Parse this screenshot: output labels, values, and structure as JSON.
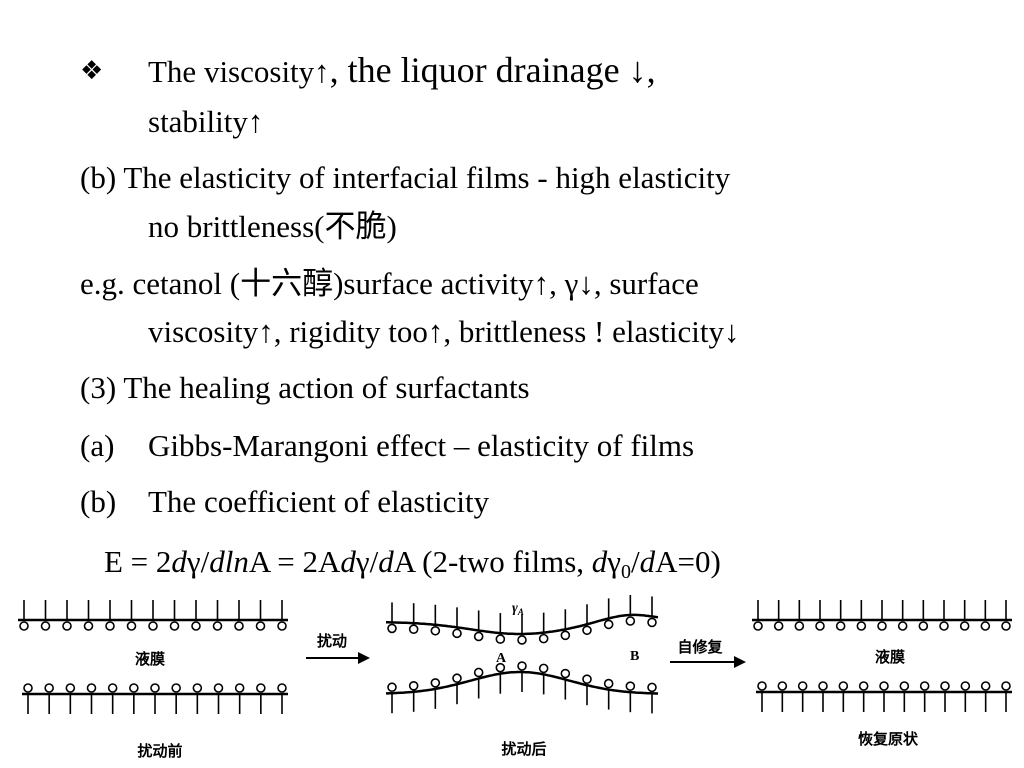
{
  "body": {
    "bullet_glyph": "❖",
    "l1_a": "The viscosity",
    "l1_b": ", the liquor drainage ",
    "l1_c": ",",
    "l2_a": "stability",
    "arrow_up": "↑",
    "arrow_down": "↓",
    "l3": "(b) The elasticity of interfacial films - high elasticity",
    "l4": "no brittleness(不脆)",
    "l5_a": "e.g. cetanol (十六醇)surface activity",
    "l5_b": ", γ",
    "l5_c": ", surface",
    "l6_a": "viscosity",
    "l6_b": ", rigidity too",
    "l6_c": ", brittleness ! elasticity",
    "l7": "(3) The healing action of surfactants",
    "l8_num": "(a)",
    "l8_text": "Gibbs-Marangoni effect – elasticity of films",
    "l9_num": "(b)",
    "l9_text": "The coefficient of elasticity"
  },
  "formula": {
    "e": "E = 2",
    "d1": "d",
    "g1": "γ/",
    "dln": "dln",
    "a1": "A = 2A",
    "d2": "d",
    "g2": "γ/",
    "d3": "d",
    "a2": "A  (2-two films, ",
    "d4": "d",
    "g0": "γ",
    "sub0": "0",
    "slash": "/",
    "d5": "d",
    "end": "A=0)"
  },
  "figure": {
    "label_liquid_film_1": "液膜",
    "label_before": "扰动前",
    "arrow_disturb": "扰动",
    "label_gamma": "γ",
    "label_gamma_sub": "A",
    "label_a": "A",
    "label_b": "B",
    "label_after": "扰动后",
    "arrow_repair": "自修复",
    "label_liquid_film_2": "液膜",
    "label_restored": "恢复原状"
  }
}
